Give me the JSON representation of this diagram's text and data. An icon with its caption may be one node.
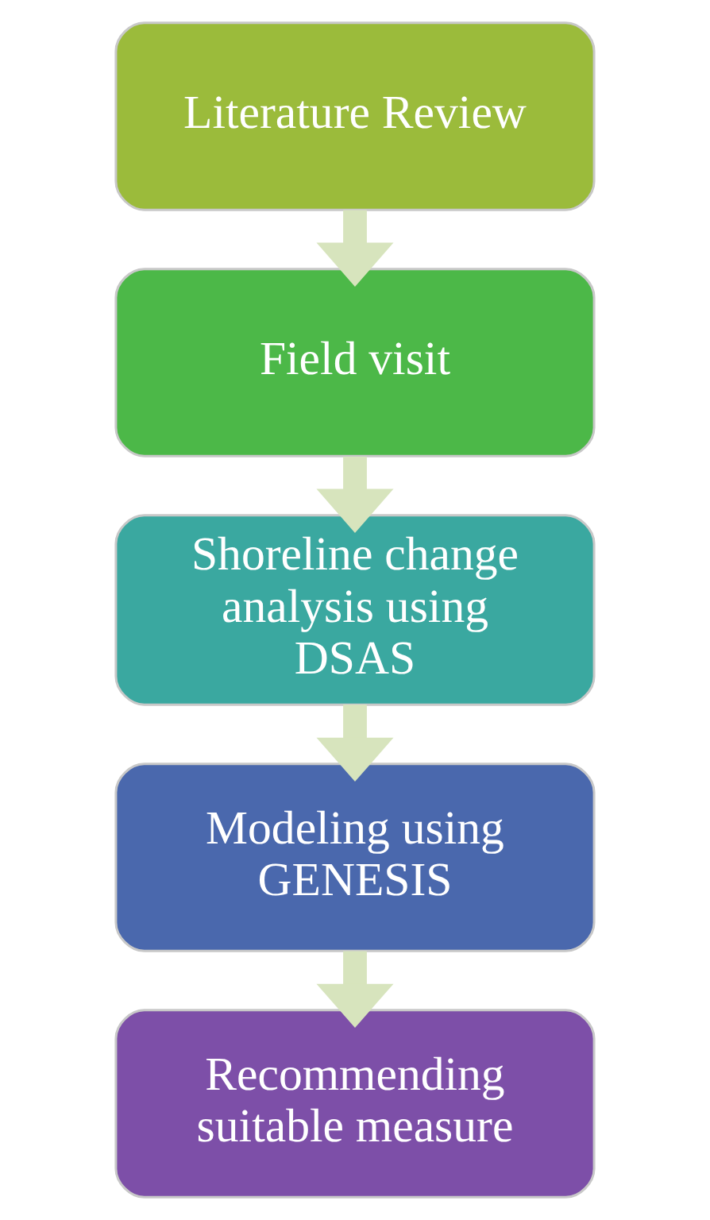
{
  "diagram": {
    "nodes": [
      {
        "text": [
          "Literature Review"
        ]
      },
      {
        "text": [
          "Field visit"
        ]
      },
      {
        "text": [
          "Shoreline change analysis using DSAS"
        ]
      },
      {
        "text": [
          "Modeling using GENESIS"
        ]
      },
      {
        "text": [
          "Recommending suitable measure"
        ]
      }
    ],
    "edges": [
      {
        "from": 0,
        "to": 1,
        "arrow": "to"
      },
      {
        "from": 1,
        "to": 2,
        "arrow": "to"
      },
      {
        "from": 2,
        "to": 3,
        "arrow": "to"
      },
      {
        "from": 3,
        "to": 4,
        "arrow": "to"
      }
    ]
  }
}
